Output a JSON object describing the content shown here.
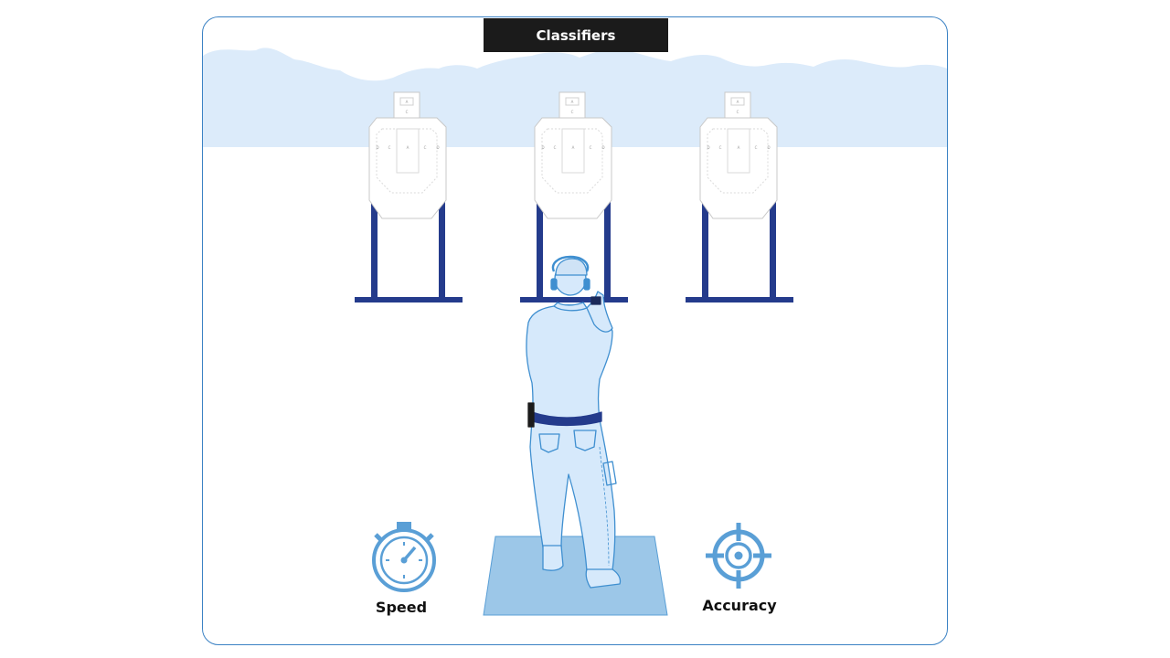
{
  "title": "Classifiers",
  "labels": {
    "speed": "Speed",
    "accuracy": "Accuracy"
  },
  "target_zones": {
    "head": [
      "A",
      "C"
    ],
    "body_row": [
      "D",
      "C",
      "A",
      "C",
      "D"
    ]
  },
  "colors": {
    "frame_border": "#3b82c4",
    "sky": "#dcebfa",
    "stand": "#243b8c",
    "figure_fill": "#d6e9fb",
    "figure_stroke": "#3f8fd0",
    "mat": "#9cc7e8",
    "icon": "#5a9fd6",
    "banner": "#1b1b1b"
  },
  "icons": [
    "stopwatch-icon",
    "crosshair-icon"
  ]
}
